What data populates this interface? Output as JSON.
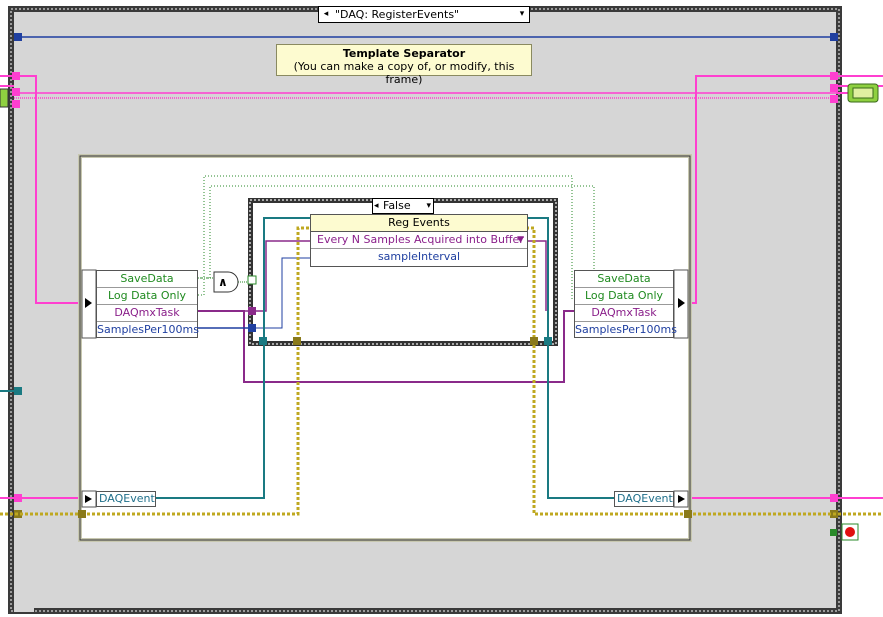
{
  "window": {
    "title": ""
  },
  "case_selector": {
    "value": "\"DAQ: RegisterEvents\"",
    "left_arrow": "◂",
    "right_arrow": "▾"
  },
  "template_note": {
    "title": "Template Separator",
    "subtitle": "(You can make a copy of, or modify, this frame)"
  },
  "left_cluster": {
    "items": [
      "SaveData",
      "Log Data Only",
      "DAQmxTask",
      "SamplesPer100ms"
    ]
  },
  "right_cluster": {
    "items": [
      "SaveData",
      "Log Data Only",
      "DAQmxTask",
      "SamplesPer100ms"
    ]
  },
  "and_node": {
    "label": "∧"
  },
  "inner_case": {
    "value": "False",
    "left_arrow": "◂",
    "right_arrow": "▾"
  },
  "reg_events": {
    "title": "Reg Events",
    "event_type": "Every N Samples Acquired into Buffer",
    "input": "sampleInterval"
  },
  "daq_event_left": {
    "label": "DAQEvent"
  },
  "daq_event_right": {
    "label": "DAQEvent"
  },
  "colors": {
    "frame_gray": "#d6d6d6",
    "border_dark": "#3a3a3a",
    "pink_wire": "#ff3fd0",
    "purple_wire": "#8a2a8a",
    "teal_wire": "#1a7a82",
    "blue_wire": "#1f3fa0",
    "olive_wire": "#bfa820",
    "green_bool": "#2a8a2a"
  }
}
